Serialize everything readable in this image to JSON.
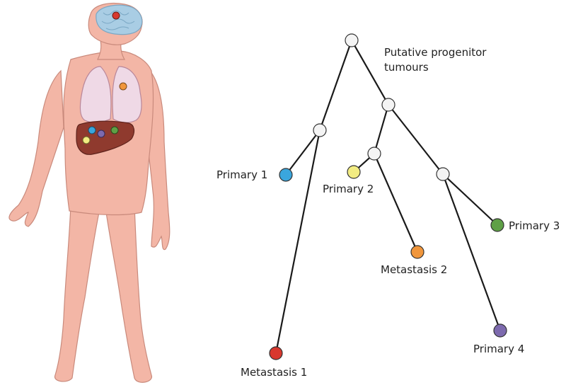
{
  "figure": {
    "root_label_line1": "Putative progenitor",
    "root_label_line2": "tumours",
    "leaves": {
      "primary1": {
        "label": "Primary 1",
        "color": "#3aa6dd"
      },
      "primary2": {
        "label": "Primary 2",
        "color": "#f2ec82"
      },
      "primary3": {
        "label": "Primary 3",
        "color": "#5fa046"
      },
      "primary4": {
        "label": "Primary 4",
        "color": "#7d6aae"
      },
      "metastasis1": {
        "label": "Metastasis 1",
        "color": "#d8382e"
      },
      "metastasis2": {
        "label": "Metastasis 2",
        "color": "#f0963c"
      }
    },
    "internal_node_color": "#f4f4f4",
    "body_color": "#f3b6a6",
    "liver_color": "#8f3a2e",
    "lung_color": "#efd9e6",
    "brain_color": "#a9cde4"
  }
}
